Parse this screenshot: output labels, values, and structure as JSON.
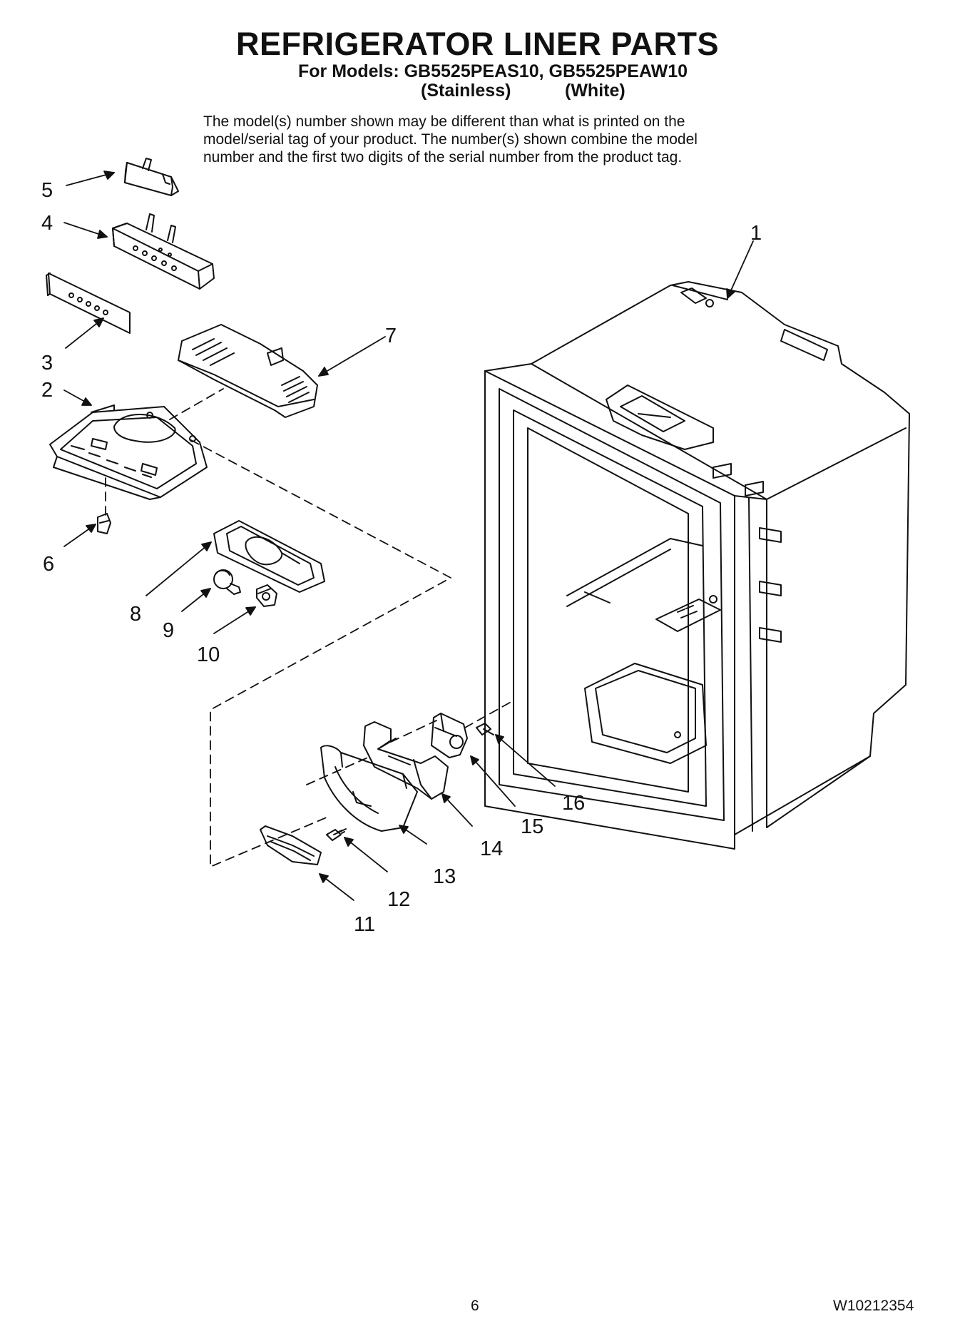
{
  "document": {
    "title": "REFRIGERATOR LINER PARTS",
    "models_line": "For Models: GB5525PEAS10, GB5525PEAW10",
    "variant_stainless": "(Stainless)",
    "variant_white": "(White)",
    "note_lines": [
      "The model(s) number shown may be different than what is printed on the",
      "model/serial tag of your product. The number(s) shown combine the model",
      "number and the first two digits of the serial number from the product tag."
    ],
    "page_number": "6",
    "doc_number": "W10212354"
  },
  "callouts": [
    "1",
    "2",
    "3",
    "4",
    "5",
    "6",
    "7",
    "8",
    "9",
    "10",
    "11",
    "12",
    "13",
    "14",
    "15",
    "16"
  ]
}
